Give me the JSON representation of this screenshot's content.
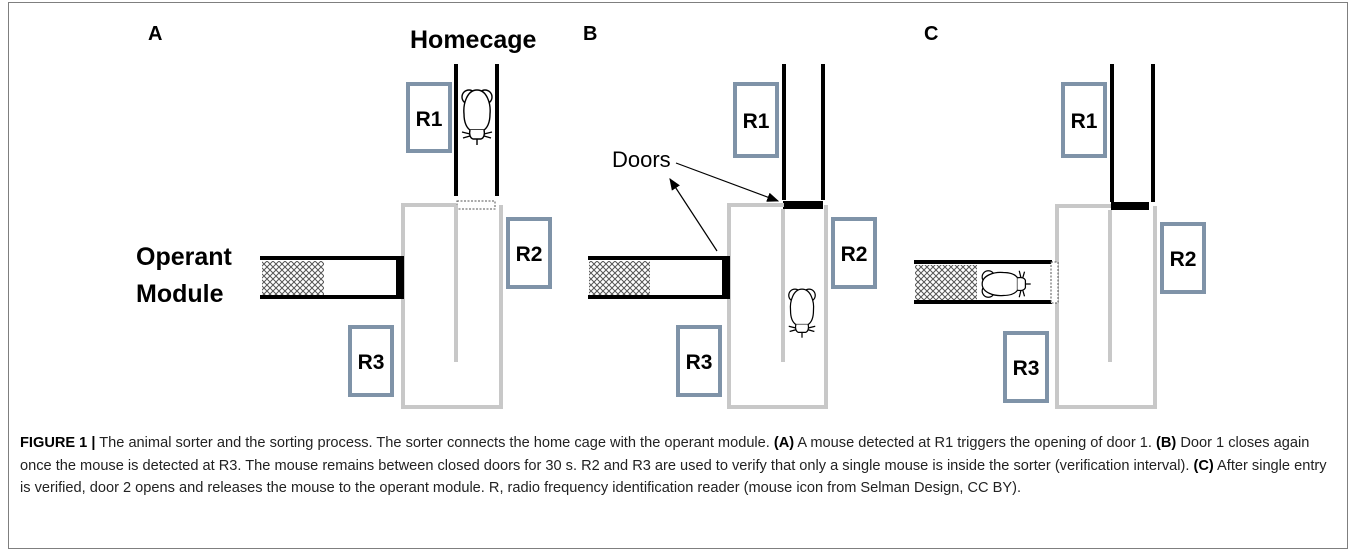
{
  "panels": {
    "a": {
      "letter": "A",
      "title": "Homecage",
      "module_line1": "Operant",
      "module_line2": "Module"
    },
    "b": {
      "letter": "B",
      "doors_label": "Doors"
    },
    "c": {
      "letter": "C"
    }
  },
  "readers": {
    "r1": "R1",
    "r2": "R2",
    "r3": "R3"
  },
  "icons": [
    "mouse-icon"
  ],
  "colors": {
    "reader_frame": "#7f93a8",
    "sorter_wall": "#c8c8c8",
    "tube_wall": "#000000"
  },
  "caption": {
    "figure_label": "FIGURE 1 |",
    "s0": " The animal sorter and the sorting process. The sorter connects the home cage with the operant module. ",
    "a_tag": "(A)",
    "s1": " A mouse detected at R1 triggers the opening of door 1. ",
    "b_tag": "(B)",
    "s2": " Door 1 closes again once the mouse is detected at R3. The mouse remains between closed doors for 30 s. R2 and R3 are used to verify that only a single mouse is inside the sorter (verification interval). ",
    "c_tag": "(C)",
    "s3": " After single entry is verified, door 2 opens and releases the mouse to the operant module. R, radio frequency identification reader (mouse icon from Selman Design, CC BY)."
  }
}
